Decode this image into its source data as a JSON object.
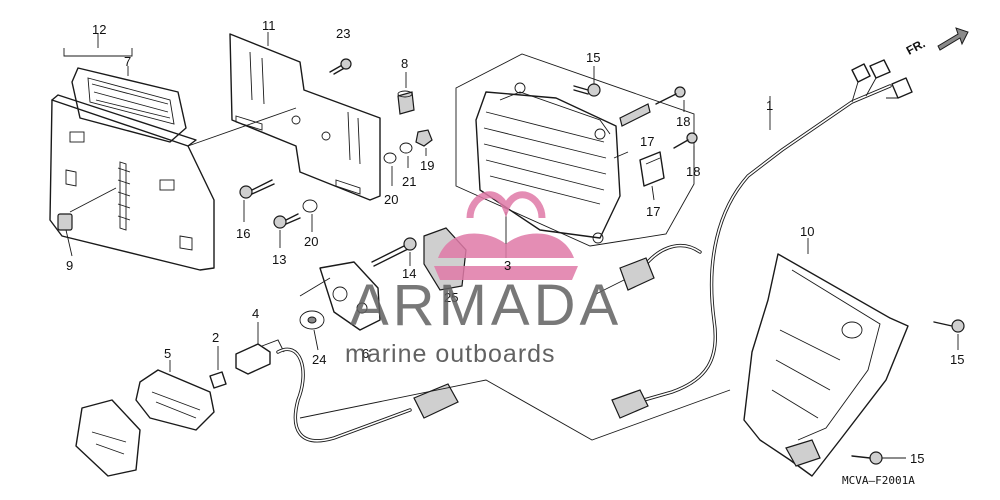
{
  "diagram": {
    "code": "MCVA–F2001A",
    "direction_label": "FR.",
    "watermark_title": "ARMADA",
    "watermark_subtitle": "marine outboards",
    "callouts": {
      "n1": "1",
      "n2": "2",
      "n3": "3",
      "n4": "4",
      "n5": "5",
      "n6": "6",
      "n7": "7",
      "n8": "8",
      "n9": "9",
      "n10": "10",
      "n11": "11",
      "n12": "12",
      "n13": "13",
      "n14": "14",
      "n15a": "15",
      "n15b": "15",
      "n15c": "15",
      "n16": "16",
      "n17a": "17",
      "n17b": "17",
      "n18a": "18",
      "n18b": "18",
      "n19": "19",
      "n20a": "20",
      "n20b": "20",
      "n21": "21",
      "n23": "23",
      "n24": "24",
      "n25": "25"
    },
    "colors": {
      "line": "#1a1a1a",
      "watermark": "#606060",
      "logo_pink": "#e07aa8"
    }
  }
}
